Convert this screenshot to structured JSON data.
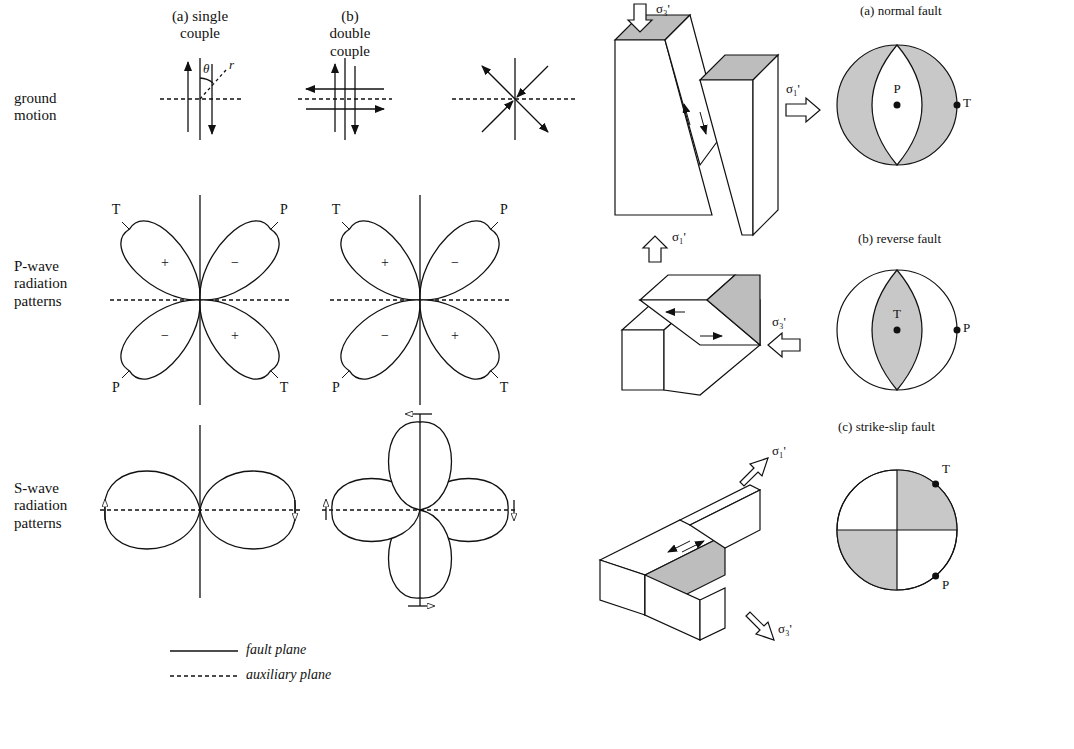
{
  "diagram": {
    "labels": [
      "(a) single couple",
      "(b) double couple",
      "ground motion",
      "θ",
      "r",
      "P-wave radiation patterns",
      "T",
      "P",
      "+",
      "−",
      "−",
      "+",
      "P",
      "T",
      "T",
      "P",
      "+",
      "−",
      "−",
      "+",
      "P",
      "T",
      "S-wave radiation patterns",
      "(a) normal fault",
      "σ₃'",
      "σ₁'",
      "P",
      "T",
      "(b) reverse fault",
      "σ₁'",
      "σ₃'",
      "T",
      "P",
      "(c) strike-slip fault",
      "σ₁'",
      "σ₃'",
      "T",
      "P"
    ],
    "legend": [
      {
        "text": "fault plane"
      },
      {
        "text": "auxiliary plane"
      }
    ]
  }
}
